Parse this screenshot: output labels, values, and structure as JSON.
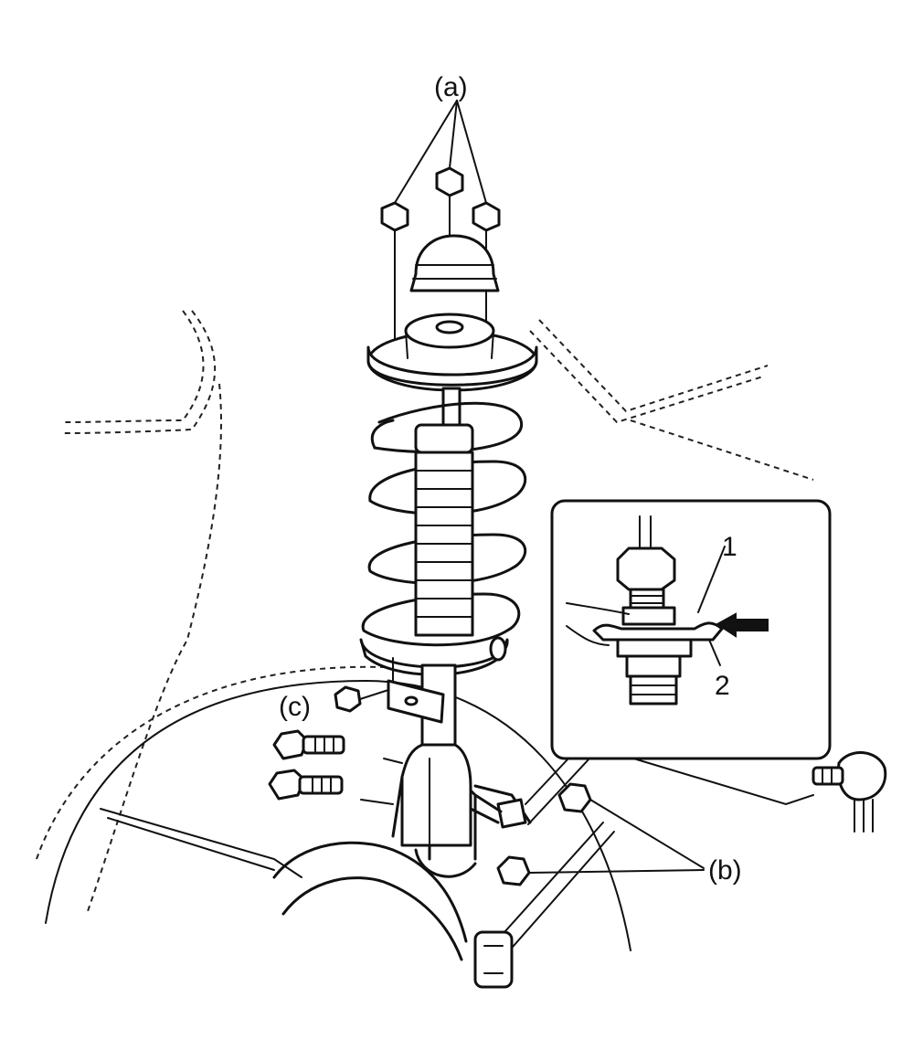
{
  "labels": {
    "a": "(a)",
    "b": "(b)",
    "c": "(c)",
    "inset_1": "1",
    "inset_2": "2"
  },
  "colors": {
    "ink": "#111111",
    "background": "#ffffff"
  }
}
